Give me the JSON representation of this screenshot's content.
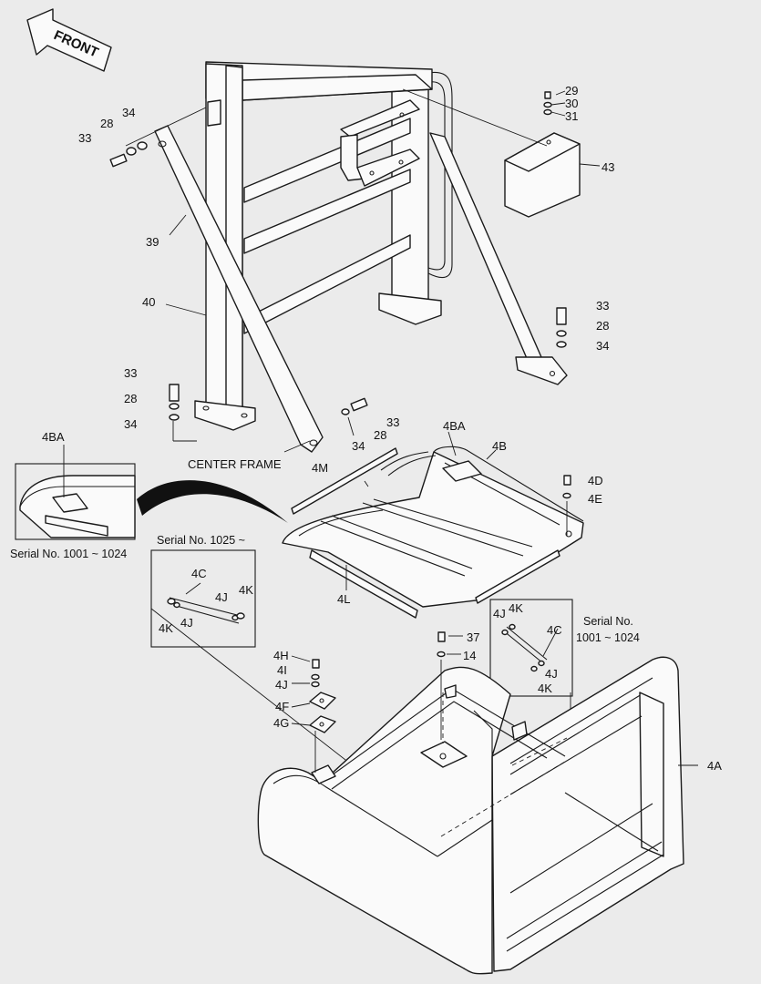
{
  "front_arrow": {
    "text": "FRONT"
  },
  "center_frame_label": "CENTER FRAME",
  "serial_labels": {
    "inset_left": "Serial No. 1001 ~ 1024",
    "inset_mid": "Serial No. 1025 ~",
    "inset_right_line1": "Serial No.",
    "inset_right_line2": "1001 ~ 1024"
  },
  "callouts": {
    "c29": "29",
    "c30": "30",
    "c31": "31",
    "c43": "43",
    "c28a": "28",
    "c34a": "34",
    "c33a": "33",
    "c39": "39",
    "c40": "40",
    "c33b": "33",
    "c28b": "28",
    "c34b": "34",
    "c33c": "33",
    "c28c": "28",
    "c34c": "34",
    "c33d": "33",
    "c34d": "34",
    "c28d": "28",
    "c4BA_inset": "4BA",
    "c4BA": "4BA",
    "c4B": "4B",
    "c4M": "4M",
    "c4D": "4D",
    "c4E": "4E",
    "c4L": "4L",
    "c4C_mid": "4C",
    "c4J_mid_a": "4J",
    "c4K_mid_a": "4K",
    "c4K_mid_b": "4K",
    "c4J_mid_b": "4J",
    "c4K_r_a": "4K",
    "c4J_r_a": "4J",
    "c4C_r": "4C",
    "c4J_r_b": "4J",
    "c4K_r_b": "4K",
    "c37": "37",
    "c14": "14",
    "c4H": "4H",
    "c4I": "4I",
    "c4J_stack": "4J",
    "c4F": "4F",
    "c4G": "4G",
    "c4A": "4A"
  }
}
